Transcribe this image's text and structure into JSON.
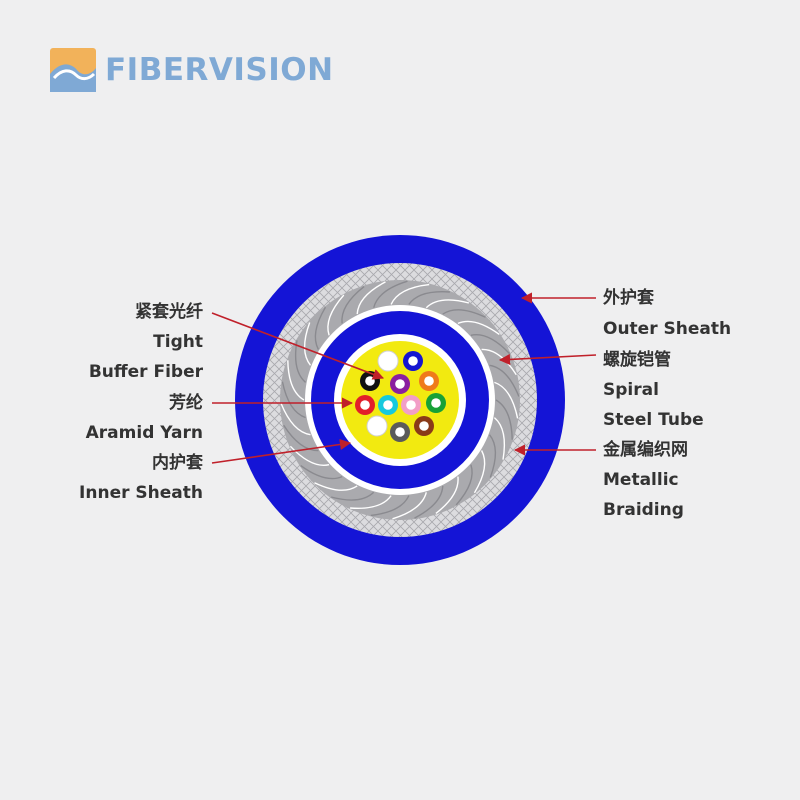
{
  "brand": {
    "name": "FIBERVISION",
    "text_color": "#7fa9d5",
    "logo_colors": [
      "#f2b25a",
      "#7fa9d5"
    ]
  },
  "left_labels": [
    {
      "id": "tight-buffer-fiber-cn",
      "text": "紧套光纤"
    },
    {
      "id": "tight",
      "text": "Tight"
    },
    {
      "id": "buffer-fiber",
      "text": "Buffer Fiber"
    },
    {
      "id": "aramid-cn",
      "text": "芳纶"
    },
    {
      "id": "aramid-yarn",
      "text": "Aramid Yarn"
    },
    {
      "id": "inner-sheath-cn",
      "text": "内护套"
    },
    {
      "id": "inner-sheath",
      "text": "Inner Sheath"
    }
  ],
  "right_labels": [
    {
      "id": "outer-sheath-cn",
      "text": "外护套"
    },
    {
      "id": "outer-sheath",
      "text": "Outer Sheath"
    },
    {
      "id": "spiral-steel-tube-cn",
      "text": "螺旋铠管"
    },
    {
      "id": "spiral",
      "text": "Spiral"
    },
    {
      "id": "steel-tube",
      "text": "Steel Tube"
    },
    {
      "id": "metallic-braiding-cn",
      "text": "金属编织网"
    },
    {
      "id": "metallic",
      "text": "Metallic"
    },
    {
      "id": "braiding",
      "text": "Braiding"
    }
  ],
  "colors": {
    "outer_sheath": "#1414d6",
    "braid": "#d9d9dc",
    "spiral_tube": "#a9a9ad",
    "inner_sheath": "#1414d6",
    "aramid": "#f2ea10",
    "leader": "#c0202a",
    "label_text": "#333333"
  },
  "fibers": [
    {
      "color": "#ffffff",
      "name": "white"
    },
    {
      "color": "#1515d0",
      "name": "blue"
    },
    {
      "color": "#111111",
      "name": "black"
    },
    {
      "color": "#8a1fa0",
      "name": "violet"
    },
    {
      "color": "#ef7a1a",
      "name": "orange"
    },
    {
      "color": "#e21f2a",
      "name": "red"
    },
    {
      "color": "#16c9dd",
      "name": "aqua"
    },
    {
      "color": "#f29ec7",
      "name": "pink"
    },
    {
      "color": "#17a136",
      "name": "green"
    },
    {
      "color": "#ffffff",
      "name": "white"
    },
    {
      "color": "#5a5a5a",
      "name": "slate"
    },
    {
      "color": "#8a3a18",
      "name": "brown"
    }
  ]
}
